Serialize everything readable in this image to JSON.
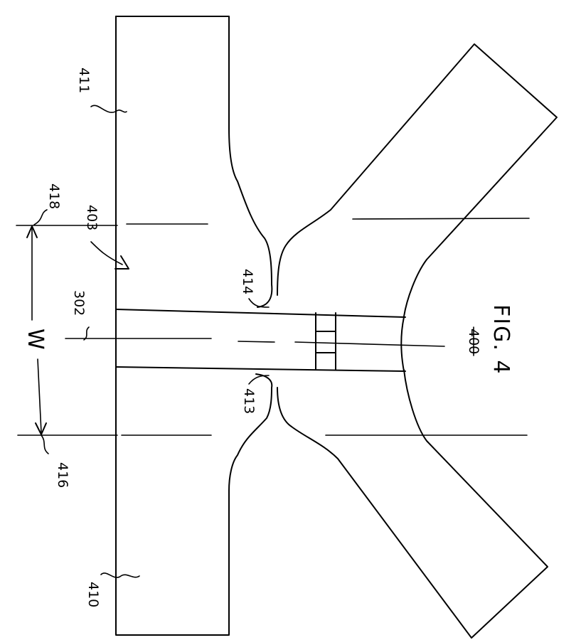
{
  "figure": {
    "title": "FIG. 4",
    "reference_numeral": "400"
  },
  "labels": {
    "ref_411": "411",
    "ref_410": "410",
    "ref_418": "418",
    "ref_416": "416",
    "ref_403": "403",
    "ref_302": "302",
    "ref_414": "414",
    "ref_413": "413",
    "dimension_w": "W"
  },
  "colors": {
    "ink": "#000000",
    "paper": "#ffffff"
  }
}
